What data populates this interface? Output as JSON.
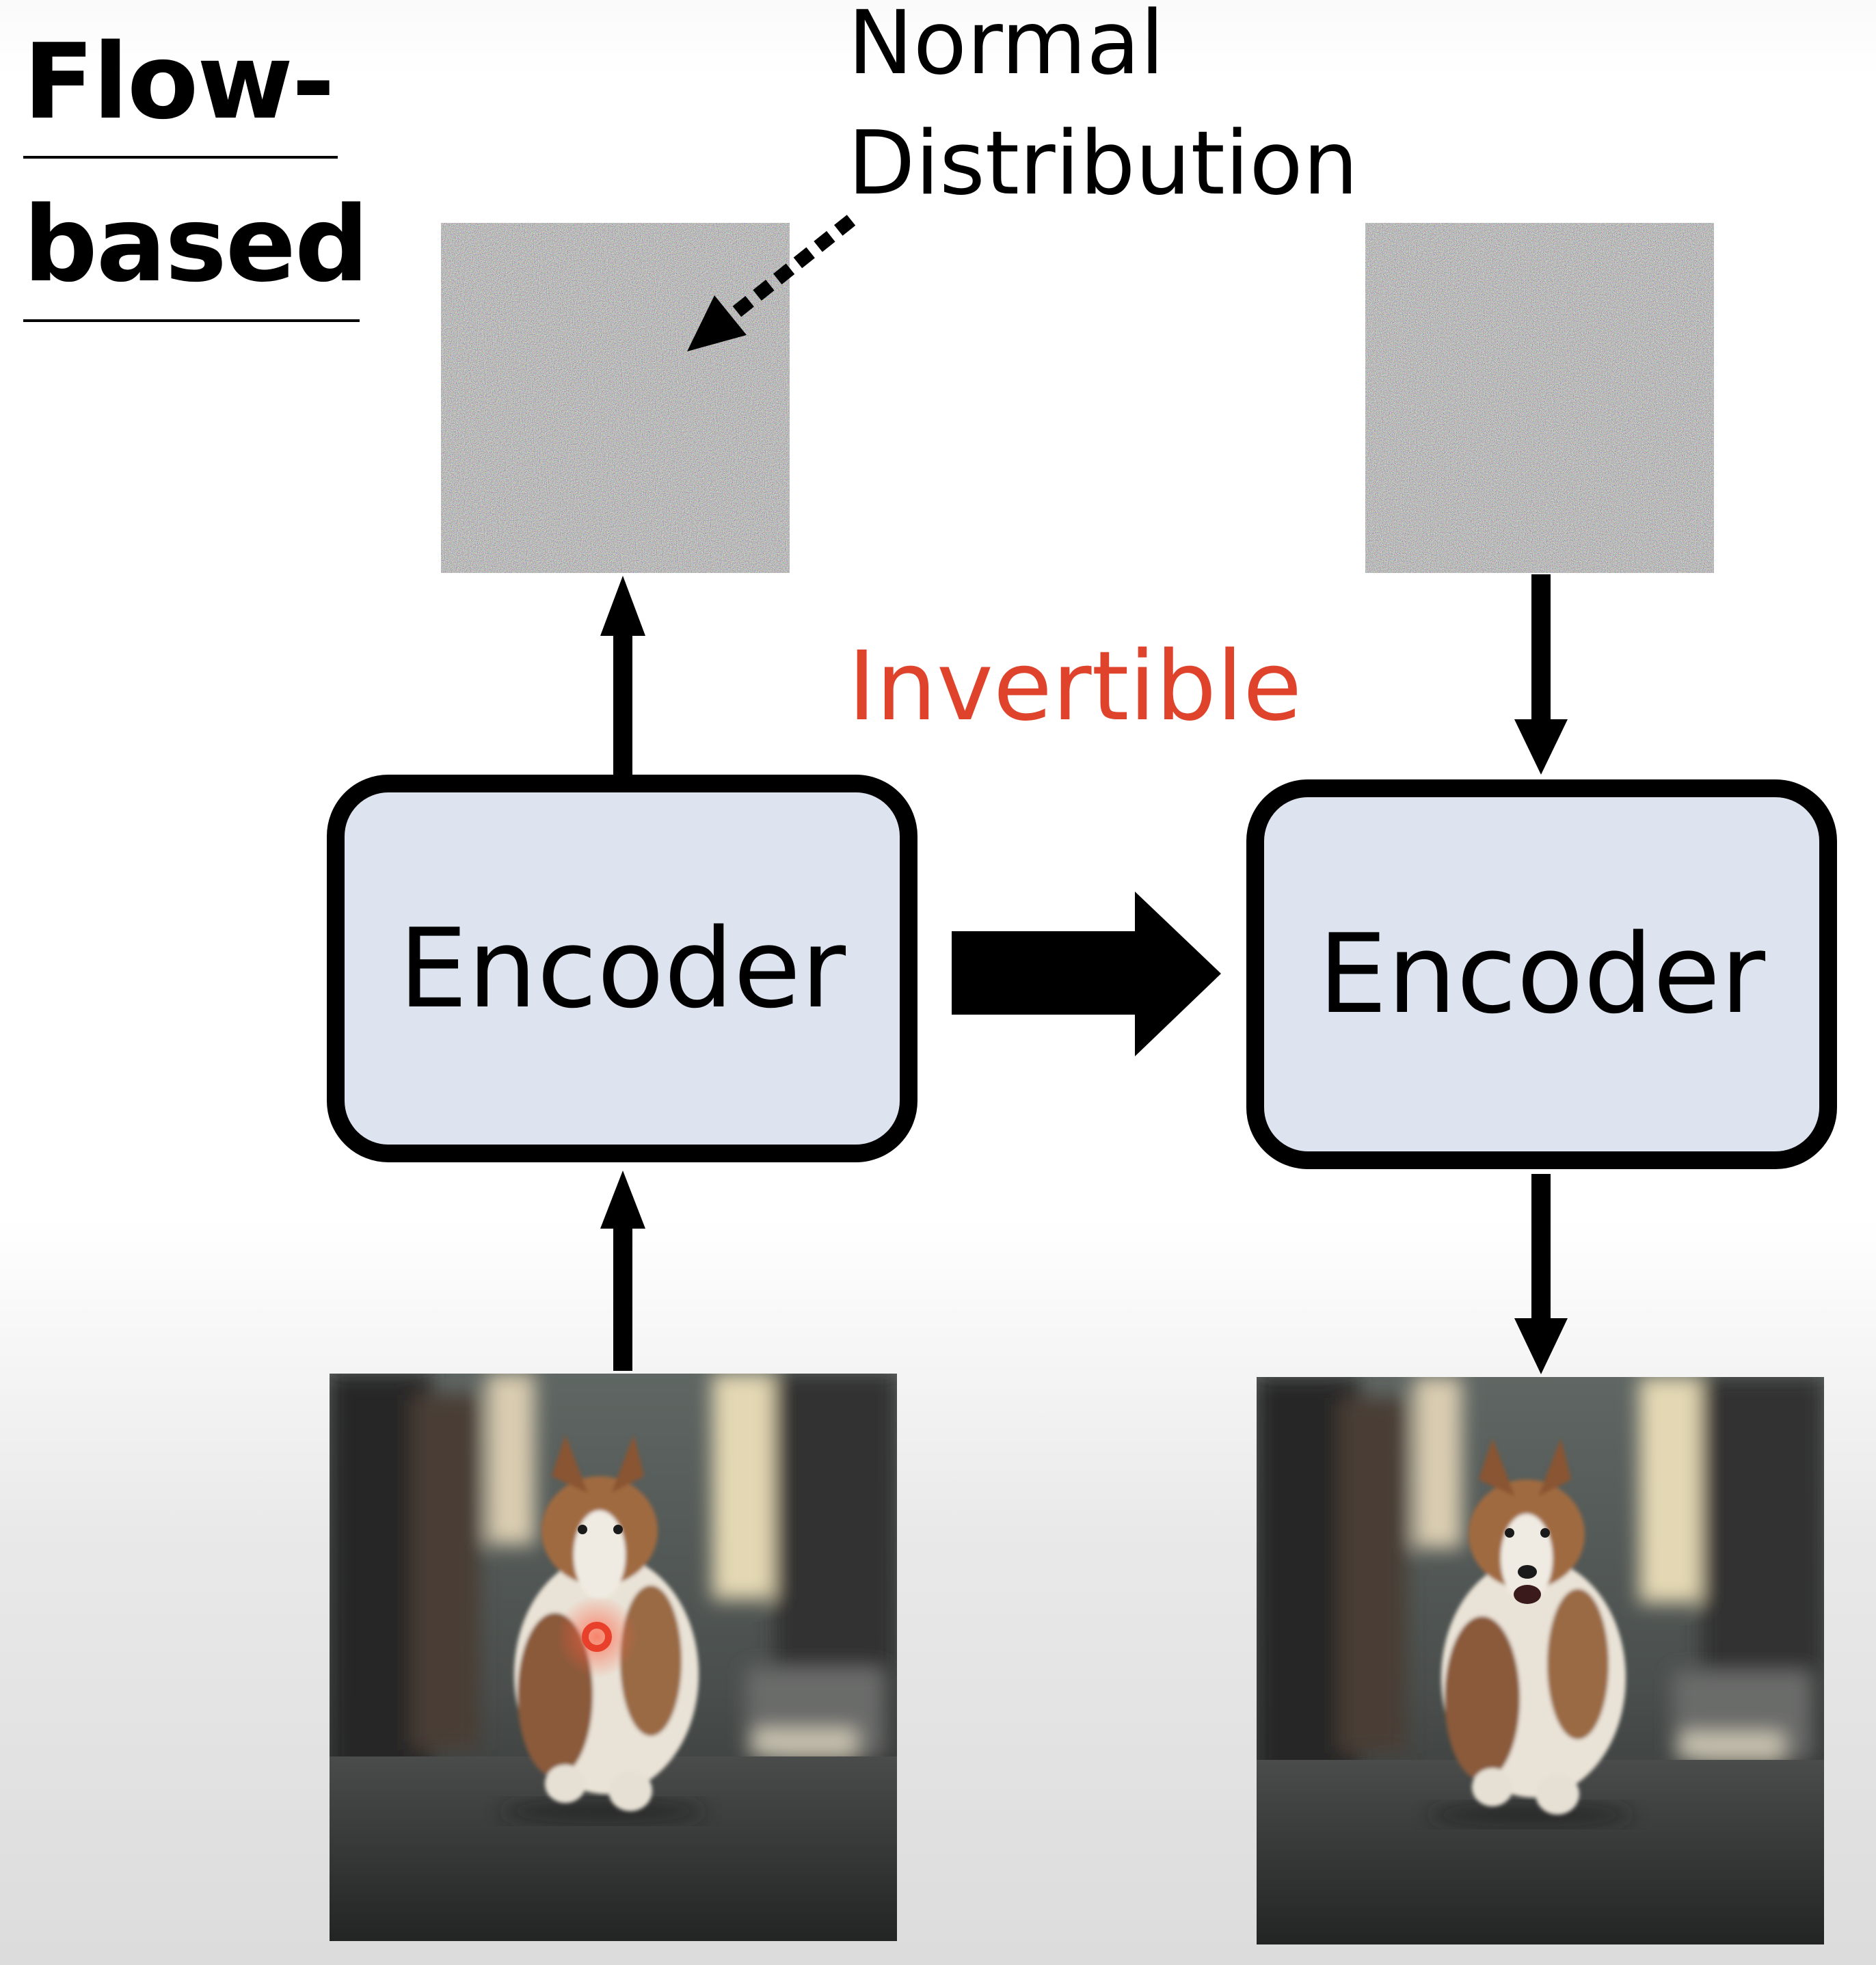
{
  "title": {
    "line1": "Flow-",
    "line2": "based"
  },
  "annotation": {
    "line1": "Normal",
    "line2": "Distribution"
  },
  "invertible_label": "Invertible",
  "encoders": [
    {
      "label": "Encoder"
    },
    {
      "label": "Encoder"
    }
  ],
  "colors": {
    "invertible": "#e0432c",
    "encoder_fill": "#dde3ef",
    "encoder_border": "#000000",
    "click_marker": "#e8402a"
  },
  "icons": {
    "click_marker": "circle-marker-icon",
    "noise_image": "noise-image",
    "dog_photo": "running-dog-photo"
  }
}
